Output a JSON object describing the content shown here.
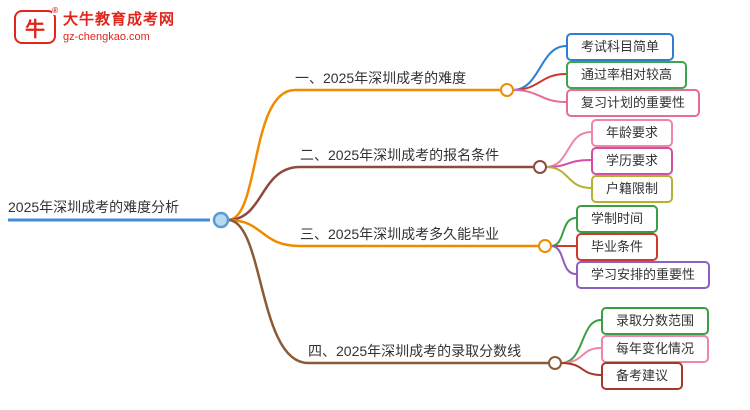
{
  "logo": {
    "name": "大牛教育成考网",
    "domain": "gz-chengkao.com",
    "icon_char": "牛",
    "registered_mark": "®",
    "color": "#e1251b"
  },
  "root": {
    "label": "2025年深圳成考的难度分析",
    "color": "#3e8ed6",
    "circle_fill": "#b9d9f0",
    "circle_stroke": "#5b9bd5"
  },
  "branches": [
    {
      "label": "一、2025年深圳成考的难度",
      "color": "#f08c00",
      "children": [
        {
          "label": "考试科目简单",
          "color": "#2e7fd4",
          "line_color": "#2e7fd4"
        },
        {
          "label": "通过率相对较高",
          "color": "#3ea34d",
          "line_color": "#cf3a2e"
        },
        {
          "label": "复习计划的重要性",
          "color": "#e86c9a",
          "line_color": "#e86c9a"
        }
      ]
    },
    {
      "label": "二、2025年深圳成考的报名条件",
      "color": "#8d4a3e",
      "children": [
        {
          "label": "年龄要求",
          "color": "#ef86a8",
          "line_color": "#ef86a8"
        },
        {
          "label": "学历要求",
          "color": "#d44fa4",
          "line_color": "#d44fa4"
        },
        {
          "label": "户籍限制",
          "color": "#b3b332",
          "line_color": "#b3b332"
        }
      ]
    },
    {
      "label": "三、2025年深圳成考多久能毕业",
      "color": "#ef8a00",
      "children": [
        {
          "label": "学制时间",
          "color": "#3c9e43",
          "line_color": "#3c9e43"
        },
        {
          "label": "毕业条件",
          "color": "#d03a2e",
          "line_color": "#d03a2e"
        },
        {
          "label": "学习安排的重要性",
          "color": "#8e5ec0",
          "line_color": "#8e5ec0"
        }
      ]
    },
    {
      "label": "四、2025年深圳成考的录取分数线",
      "color": "#8a5a36",
      "children": [
        {
          "label": "录取分数范围",
          "color": "#3c9e43",
          "line_color": "#3c9e43"
        },
        {
          "label": "每年变化情况",
          "color": "#ef86a8",
          "line_color": "#ef86a8"
        },
        {
          "label": "备考建议",
          "color": "#a33a28",
          "line_color": "#a33a28"
        }
      ]
    }
  ]
}
